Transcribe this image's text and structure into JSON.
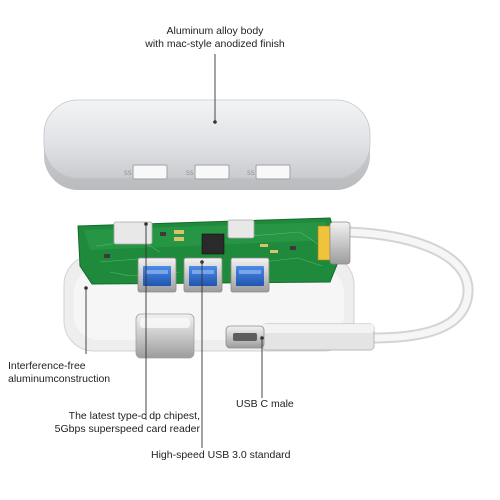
{
  "labels": {
    "body_line1": "Aluminum alloy body",
    "body_line2": "with mac-style anodized finish",
    "interference_line1": "Interference-free",
    "interference_line2": "aluminumconstruction",
    "chipset_line1": "The latest type-c dp chipest,",
    "chipset_line2": "5Gbps superspeed card reader",
    "usbc": "USB C male",
    "usb3": "High-speed USB 3.0 standard"
  },
  "port_label": "SS",
  "colors": {
    "aluminum": "#e2e3e6",
    "pcb": "#1f8a3c",
    "usb_blue": "#2f6fd0",
    "cable": "#f2f2f2",
    "leader": "#333333"
  }
}
